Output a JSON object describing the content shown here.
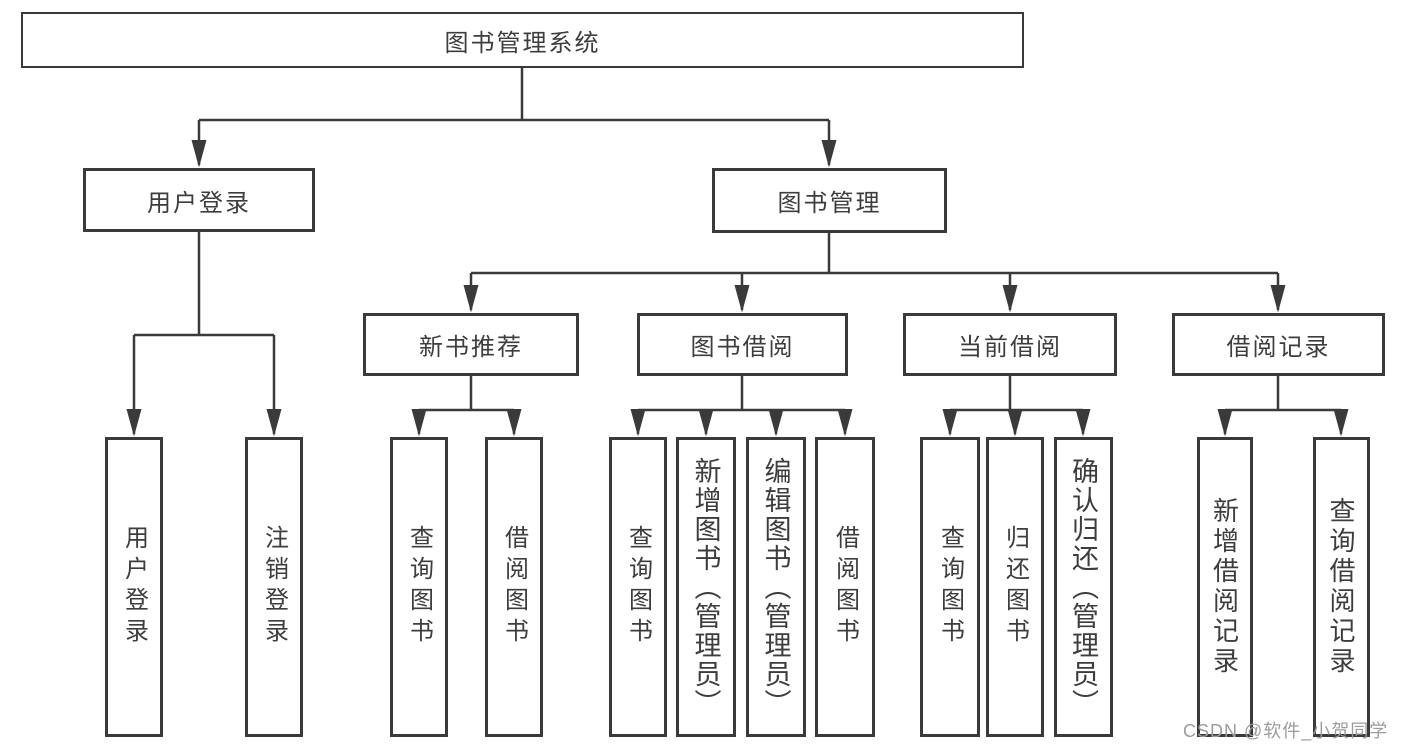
{
  "tree": {
    "label": "图书管理系统",
    "children": [
      {
        "label": "用户登录",
        "children": [
          {
            "label": "用户登录"
          },
          {
            "label": "注销登录"
          }
        ]
      },
      {
        "label": "图书管理",
        "children": [
          {
            "label": "新书推荐",
            "children": [
              {
                "label": "查询图书"
              },
              {
                "label": "借阅图书"
              }
            ]
          },
          {
            "label": "图书借阅",
            "children": [
              {
                "label": "查询图书"
              },
              {
                "label": "新增图书（管理员）"
              },
              {
                "label": "编辑图书（管理员）"
              },
              {
                "label": "借阅图书"
              }
            ]
          },
          {
            "label": "当前借阅",
            "children": [
              {
                "label": "查询图书"
              },
              {
                "label": "归还图书"
              },
              {
                "label": "确认归还（管理员）"
              }
            ]
          },
          {
            "label": "借阅记录",
            "children": [
              {
                "label": "新增借阅记录"
              },
              {
                "label": "查询借阅记录"
              }
            ]
          }
        ]
      }
    ]
  },
  "watermark": {
    "text": "CSDN @软件_小贺同学"
  },
  "colors": {
    "line": "#3a3a3a",
    "box_border": "#3a3a3a",
    "text": "#3d3d3d",
    "watermark": "#9c9c9c",
    "background": "#ffffff"
  }
}
